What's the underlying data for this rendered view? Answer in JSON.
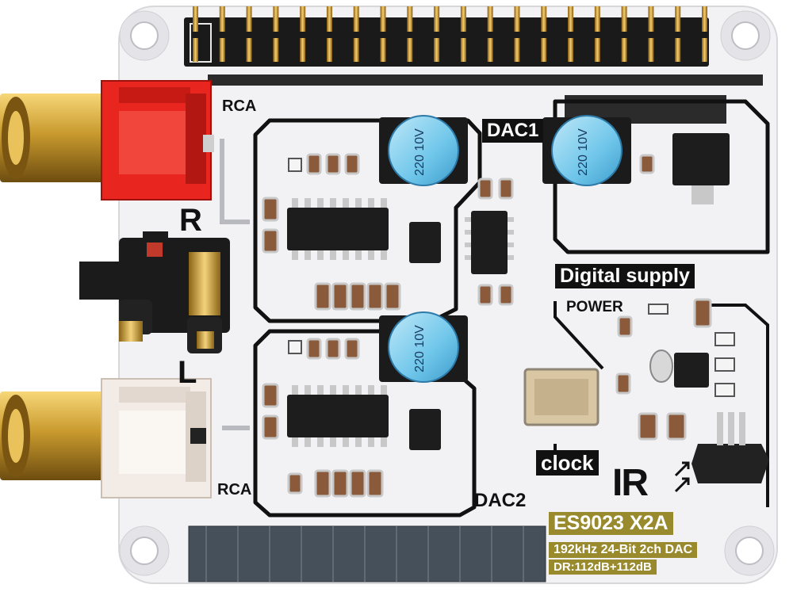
{
  "board": {
    "labels": {
      "rca_top": "RCA",
      "rca_bottom": "RCA",
      "channel_r": "R",
      "channel_l": "L",
      "dac1": "DAC1",
      "dac2": "DAC2",
      "digital_supply": "Digital supply",
      "power": "POWER",
      "clock": "clock",
      "ir": "IR"
    },
    "capacitor_marking": "220 10V",
    "model": "ES9023 X2A",
    "spec_line1": "192kHz 24-Bit 2ch DAC",
    "spec_line2": "DR:112dB+112dB",
    "gpio_pin_columns": 20,
    "colors": {
      "pcb": "#f2f2f4",
      "silkscreen": "#111111",
      "rca_right": "#e8251e",
      "rca_left": "#f3ece6",
      "gold": "#c99a2e",
      "capacitor": "#6fc6ea",
      "label_bar": "#9a8a2e"
    },
    "icons": [
      "header-pins-icon",
      "rca-jack-icon",
      "audio-jack-icon",
      "capacitor-icon",
      "chip-icon",
      "crystal-icon",
      "ir-receiver-icon",
      "mounting-hole-icon"
    ]
  }
}
